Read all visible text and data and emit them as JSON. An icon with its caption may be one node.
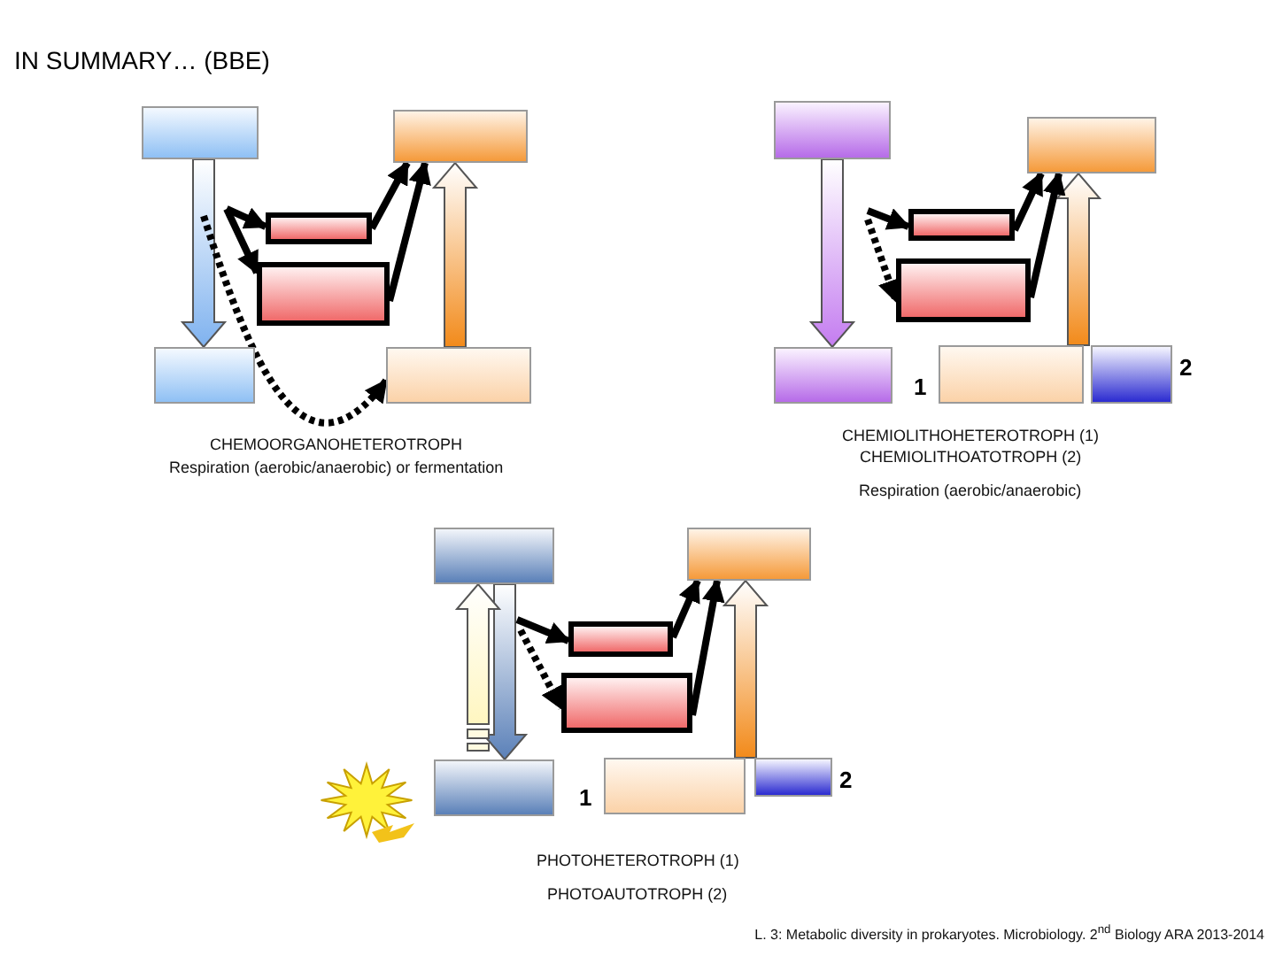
{
  "diagram": {
    "title": "IN SUMMARY… (BBE)",
    "nodes": [
      {
        "text": [],
        "shape": "box"
      },
      {
        "text": [],
        "shape": "box"
      },
      {
        "text": [],
        "shape": "box"
      },
      {
        "text": [],
        "shape": "box"
      },
      {
        "text": [],
        "shape": "box"
      },
      {
        "text": [],
        "shape": "box"
      },
      {
        "text": [],
        "shape": "box"
      },
      {
        "text": [],
        "shape": "box"
      },
      {
        "text": [],
        "shape": "box"
      },
      {
        "text": [],
        "shape": "box"
      },
      {
        "text": [],
        "shape": "box"
      },
      {
        "text": [],
        "shape": "box",
        "beside": [
          "1"
        ]
      },
      {
        "text": [],
        "shape": "box",
        "beside": [
          "2"
        ]
      },
      {
        "text": [],
        "shape": "box"
      },
      {
        "text": [],
        "shape": "box"
      },
      {
        "text": [],
        "shape": "box"
      },
      {
        "text": [],
        "shape": "box"
      },
      {
        "text": [],
        "shape": "box"
      },
      {
        "text": [],
        "shape": "box",
        "beside": [
          "1"
        ]
      },
      {
        "text": [],
        "shape": "box",
        "beside": [
          "2"
        ]
      }
    ],
    "edges": [
      {
        "from": 0,
        "to": 4,
        "arrow": "to",
        "style": "thick",
        "color": "#7fb2ef"
      },
      {
        "from": 5,
        "to": 3,
        "arrow": "to",
        "style": "thick",
        "color": "#f28a1a"
      },
      {
        "from": null,
        "to": 1,
        "arrow": "to"
      },
      {
        "from": null,
        "to": 2,
        "arrow": "to"
      },
      {
        "from": 1,
        "to": 3,
        "arrow": "to"
      },
      {
        "from": 2,
        "to": 3,
        "arrow": "to"
      },
      {
        "from": null,
        "to": 5,
        "arrow": "to",
        "style": "dashed"
      },
      {
        "from": 6,
        "to": 10,
        "arrow": "to",
        "style": "thick",
        "color": "#c47cf0"
      },
      {
        "from": 11,
        "to": 9,
        "arrow": "to",
        "style": "thick",
        "color": "#f28a1a"
      },
      {
        "from": null,
        "to": 7,
        "arrow": "to"
      },
      {
        "from": null,
        "to": 8,
        "arrow": "to",
        "style": "dashed"
      },
      {
        "from": 7,
        "to": 9,
        "arrow": "to"
      },
      {
        "from": 8,
        "to": 9,
        "arrow": "to"
      },
      {
        "from": 13,
        "to": 17,
        "arrow": "to",
        "style": "thick",
        "color": "#5a80b8"
      },
      {
        "from": null,
        "to": 13,
        "arrow": "to",
        "style": "thick",
        "color": "#fff6c0"
      },
      {
        "from": 18,
        "to": 16,
        "arrow": "to",
        "style": "thick",
        "color": "#f28a1a"
      },
      {
        "from": null,
        "to": 14,
        "arrow": "to"
      },
      {
        "from": null,
        "to": 15,
        "arrow": "to",
        "style": "dashed"
      },
      {
        "from": 14,
        "to": 16,
        "arrow": "to"
      },
      {
        "from": 15,
        "to": 16,
        "arrow": "to"
      }
    ],
    "labels": [
      "CHEMOORGANOHETEROTROPH",
      "Respiration (aerobic/anaerobic) or fermentation",
      "CHEMIOLITHOHETEROTROPH (1)",
      "CHEMIOLITHOATOTROPH (2)",
      "Respiration (aerobic/anaerobic)",
      "PHOTOHETEROTROPH (1)",
      "PHOTOAUTOTROPH (2)",
      "L. 3: Metabolic diversity in prokaryotes.  Microbiology. 2$^{nd}$ Biology ARA  2013-2014"
    ]
  }
}
